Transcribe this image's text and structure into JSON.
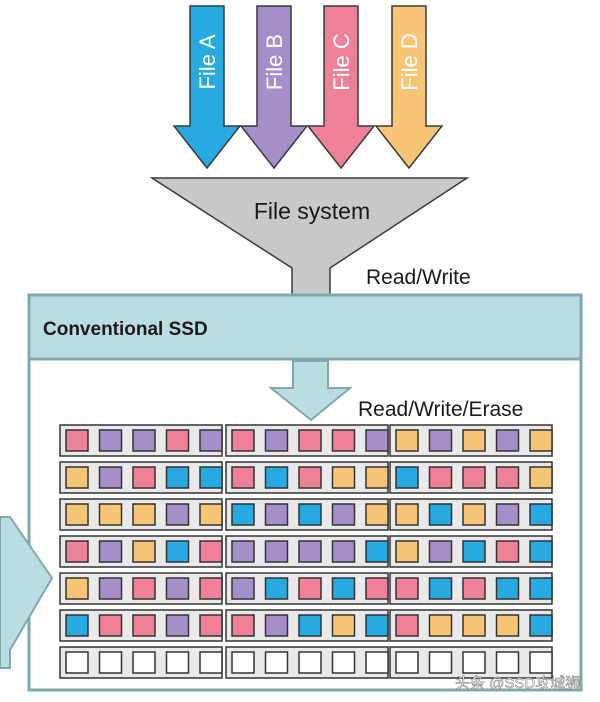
{
  "colors": {
    "blue": "#27aae1",
    "purple": "#a58fc9",
    "pink": "#ee8197",
    "orange": "#f8c577",
    "white": "#ffffff",
    "funnel": "#c8c8c8",
    "ssd_fill": "#b9dde1",
    "ssd_border": "#7fa9ad",
    "block_fill": "#e9e9e9"
  },
  "files": [
    {
      "label": "File A",
      "color": "blue"
    },
    {
      "label": "File B",
      "color": "purple"
    },
    {
      "label": "File C",
      "color": "pink"
    },
    {
      "label": "File D",
      "color": "orange"
    }
  ],
  "file_system": {
    "label": "File system"
  },
  "interface_label": "Read/Write",
  "ssd": {
    "title": "Conventional SSD",
    "ops_label": "Read/Write/Erase"
  },
  "blocks": [
    [
      [
        "pink",
        "purple",
        "purple",
        "pink",
        "purple"
      ],
      [
        "pink",
        "purple",
        "pink",
        "pink",
        "purple"
      ],
      [
        "orange",
        "purple",
        "orange",
        "purple",
        "orange"
      ]
    ],
    [
      [
        "orange",
        "purple",
        "pink",
        "blue",
        "blue"
      ],
      [
        "pink",
        "blue",
        "pink",
        "orange",
        "orange"
      ],
      [
        "blue",
        "pink",
        "pink",
        "pink",
        "orange"
      ]
    ],
    [
      [
        "orange",
        "orange",
        "orange",
        "purple",
        "orange"
      ],
      [
        "blue",
        "purple",
        "blue",
        "purple",
        "orange"
      ],
      [
        "orange",
        "blue",
        "orange",
        "purple",
        "blue"
      ]
    ],
    [
      [
        "pink",
        "purple",
        "orange",
        "blue",
        "pink"
      ],
      [
        "purple",
        "purple",
        "purple",
        "purple",
        "blue"
      ],
      [
        "orange",
        "purple",
        "blue",
        "pink",
        "blue"
      ]
    ],
    [
      [
        "orange",
        "purple",
        "pink",
        "purple",
        "pink"
      ],
      [
        "purple",
        "blue",
        "pink",
        "blue",
        "pink"
      ],
      [
        "pink",
        "blue",
        "pink",
        "blue",
        "blue"
      ]
    ],
    [
      [
        "blue",
        "pink",
        "pink",
        "purple",
        "pink"
      ],
      [
        "pink",
        "purple",
        "blue",
        "orange",
        "blue"
      ],
      [
        "pink",
        "orange",
        "orange",
        "orange",
        "blue"
      ]
    ],
    [
      [
        "white",
        "white",
        "white",
        "white",
        "white"
      ],
      [
        "white",
        "white",
        "white",
        "white",
        "white"
      ],
      [
        "white",
        "white",
        "white",
        "white",
        "white"
      ]
    ]
  ],
  "watermark": "头条 @SSD攻城狮"
}
